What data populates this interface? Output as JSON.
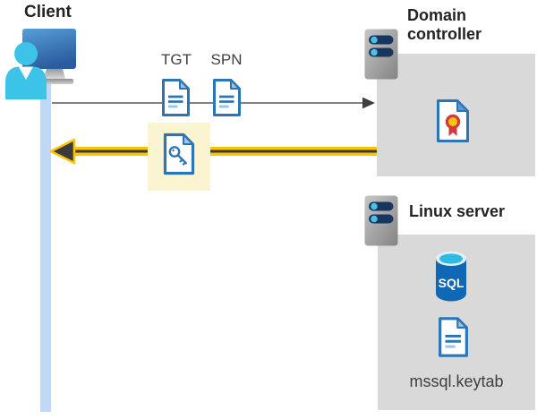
{
  "client": {
    "label": "Client"
  },
  "flow": {
    "tgt_label": "TGT",
    "spn_label": "SPN",
    "request_arrow": "client-to-domain-controller",
    "response_arrow": "domain-controller-to-client"
  },
  "domain_controller": {
    "label": "Domain controller"
  },
  "linux_server": {
    "label": "Linux server",
    "sql_label": "SQL",
    "keytab_label": "mssql.keytab"
  },
  "icons": {
    "client": "person-at-monitor-icon",
    "ticket_document": "document-icon",
    "key_ticket": "key-document-icon",
    "certificate": "certificate-document-icon",
    "server": "server-icon",
    "sql_database": "sql-database-icon"
  },
  "colors": {
    "accent_blue": "#2e75b6",
    "light_blue_fill": "#9dc3e6",
    "person_cyan": "#3ec3e8",
    "lifeline_blue": "#bfd8f5",
    "box_gray": "#d9d9d9",
    "server_navy": "#17365d",
    "server_dot_cyan": "#4ec1e8",
    "highlight_yellow": "#fbf4d0",
    "arrow_yellow": "#ffc400",
    "arrow_dark": "#3b3b3d",
    "sql_blue": "#0e68b4",
    "sql_cyan": "#2fb9e4",
    "cert_red": "#cf3a3e",
    "cert_gold": "#ffc400",
    "text_dark": "#232323",
    "text_gray": "#3f3f3f"
  }
}
